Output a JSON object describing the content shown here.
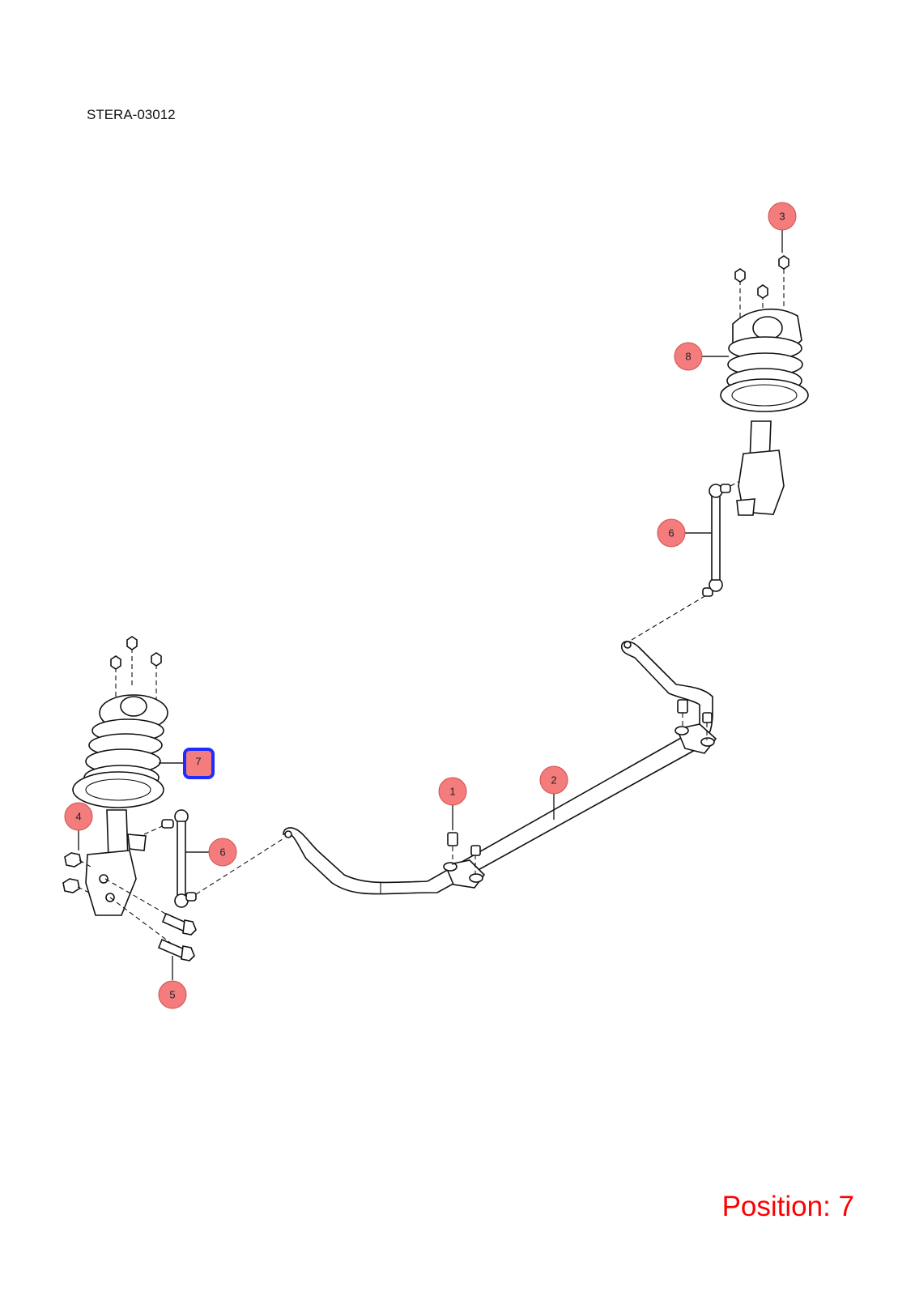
{
  "diagram": {
    "document_code": "STERA-03012",
    "position_label": "Position: 7",
    "callouts": [
      {
        "id": "1",
        "label": "1"
      },
      {
        "id": "2",
        "label": "2"
      },
      {
        "id": "3",
        "label": "3"
      },
      {
        "id": "4",
        "label": "4"
      },
      {
        "id": "5",
        "label": "5"
      },
      {
        "id": "6a",
        "label": "6"
      },
      {
        "id": "6b",
        "label": "6"
      },
      {
        "id": "7",
        "label": "7",
        "selected": true
      },
      {
        "id": "8",
        "label": "8"
      }
    ],
    "colors": {
      "callout_fill": "#f47c7c",
      "selected_outline": "#1f2cff",
      "position_text": "#ff0000"
    }
  }
}
